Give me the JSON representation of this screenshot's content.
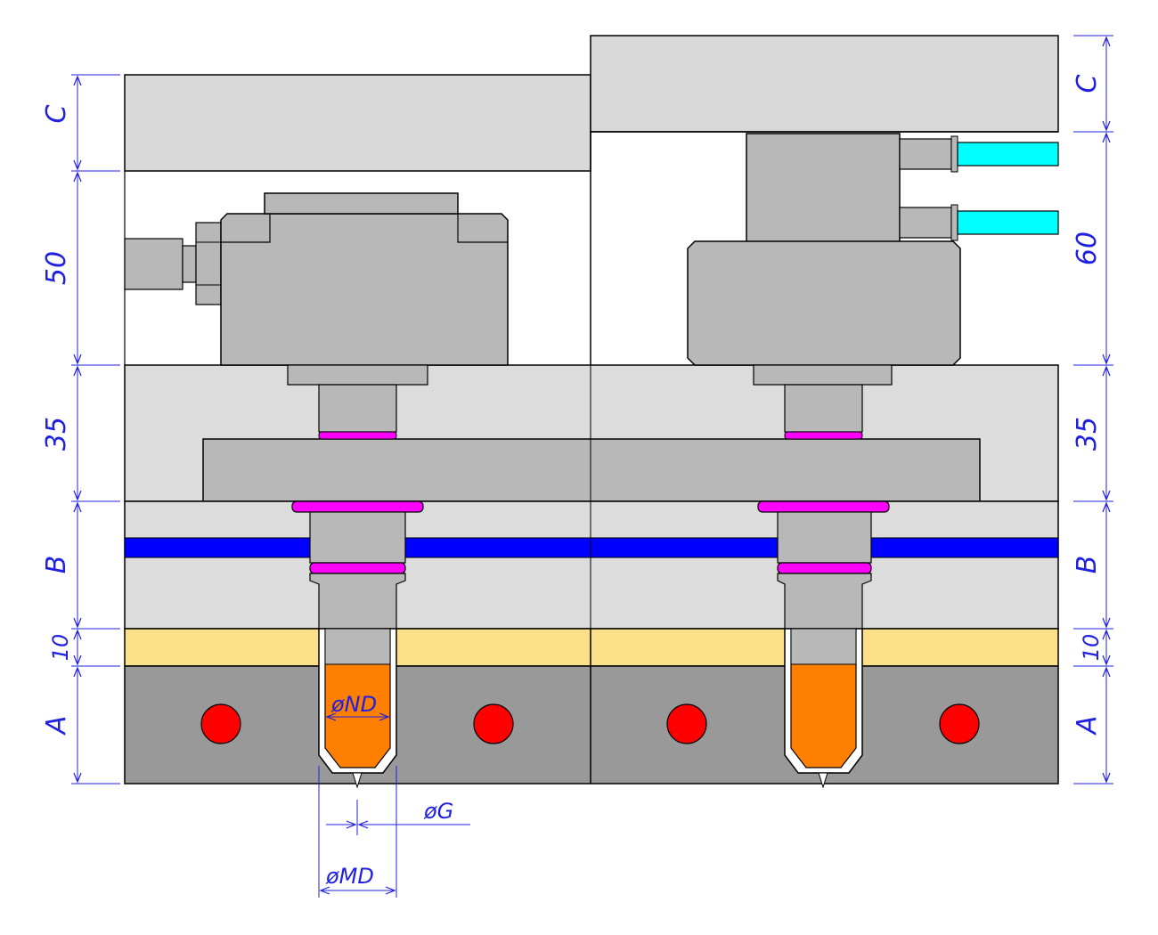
{
  "dimensions": {
    "left": {
      "c": "C",
      "fifty": "50",
      "thirtyfive": "35",
      "b": "B",
      "ten": "10",
      "a": "A"
    },
    "right": {
      "c": "C",
      "sixty": "60",
      "thirtyfive": "35",
      "b": "B",
      "ten": "10",
      "a": "A"
    }
  },
  "callouts": {
    "nozzle_diameter": "øND",
    "gate_diameter": "øG",
    "mold_diameter": "øMD"
  },
  "colors": {
    "plate_light": "#d9d9d9",
    "part_gray": "#b8b8b8",
    "cavity_gray": "#999999",
    "insulation": "#fde08a",
    "cooling_blue": "#0000ff",
    "seal_magenta": "#ff00ff",
    "nozzle_orange": "#ff8000",
    "cooling_hole_red": "#ff0000",
    "air_line_cyan": "#00ffff",
    "dimension_blue": "#2020e0"
  }
}
